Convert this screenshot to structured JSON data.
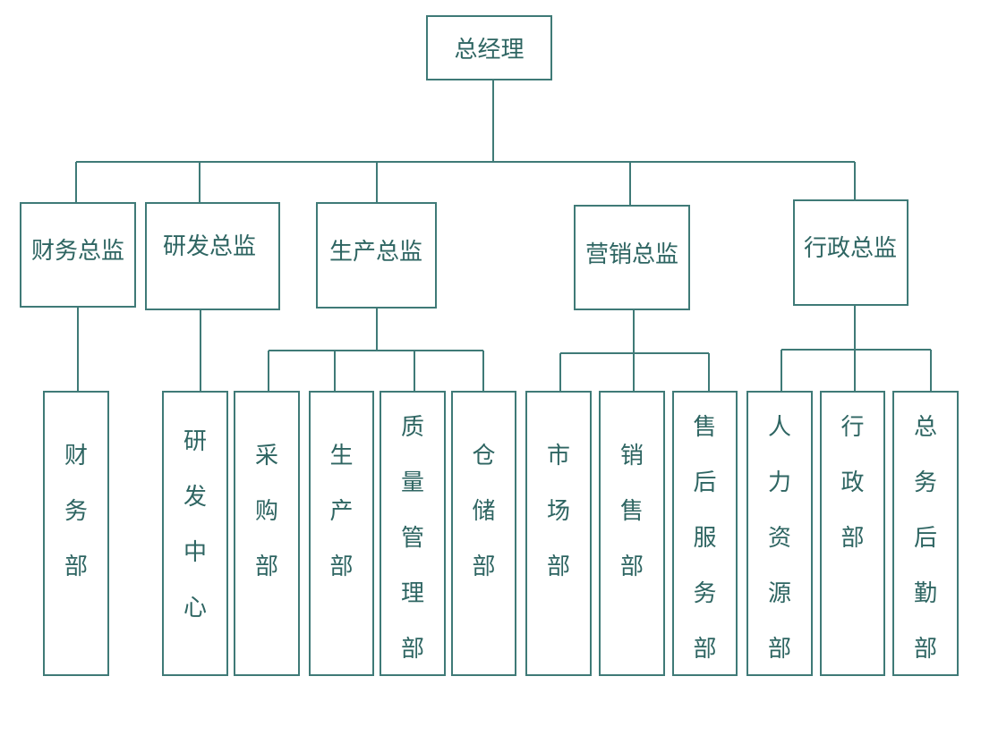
{
  "colors": {
    "stroke": "#3f7a77",
    "text": "#2e6562",
    "background": "#ffffff"
  },
  "org": {
    "root": "总经理",
    "directors": {
      "finance": "财务总监",
      "rnd": "研发总监",
      "production": "生产总监",
      "marketing": "营销总监",
      "admin": "行政总监"
    },
    "departments": {
      "finance_dept": "财务部",
      "rnd_center": "研发中心",
      "purchasing": "采购部",
      "production": "生产部",
      "quality": "质量管理部",
      "warehouse": "仓储部",
      "market": "市场部",
      "sales": "销售部",
      "after_sales": "售后服务部",
      "hr": "人力资源部",
      "admin_dept": "行政部",
      "logistics": "总务后勤部"
    }
  }
}
